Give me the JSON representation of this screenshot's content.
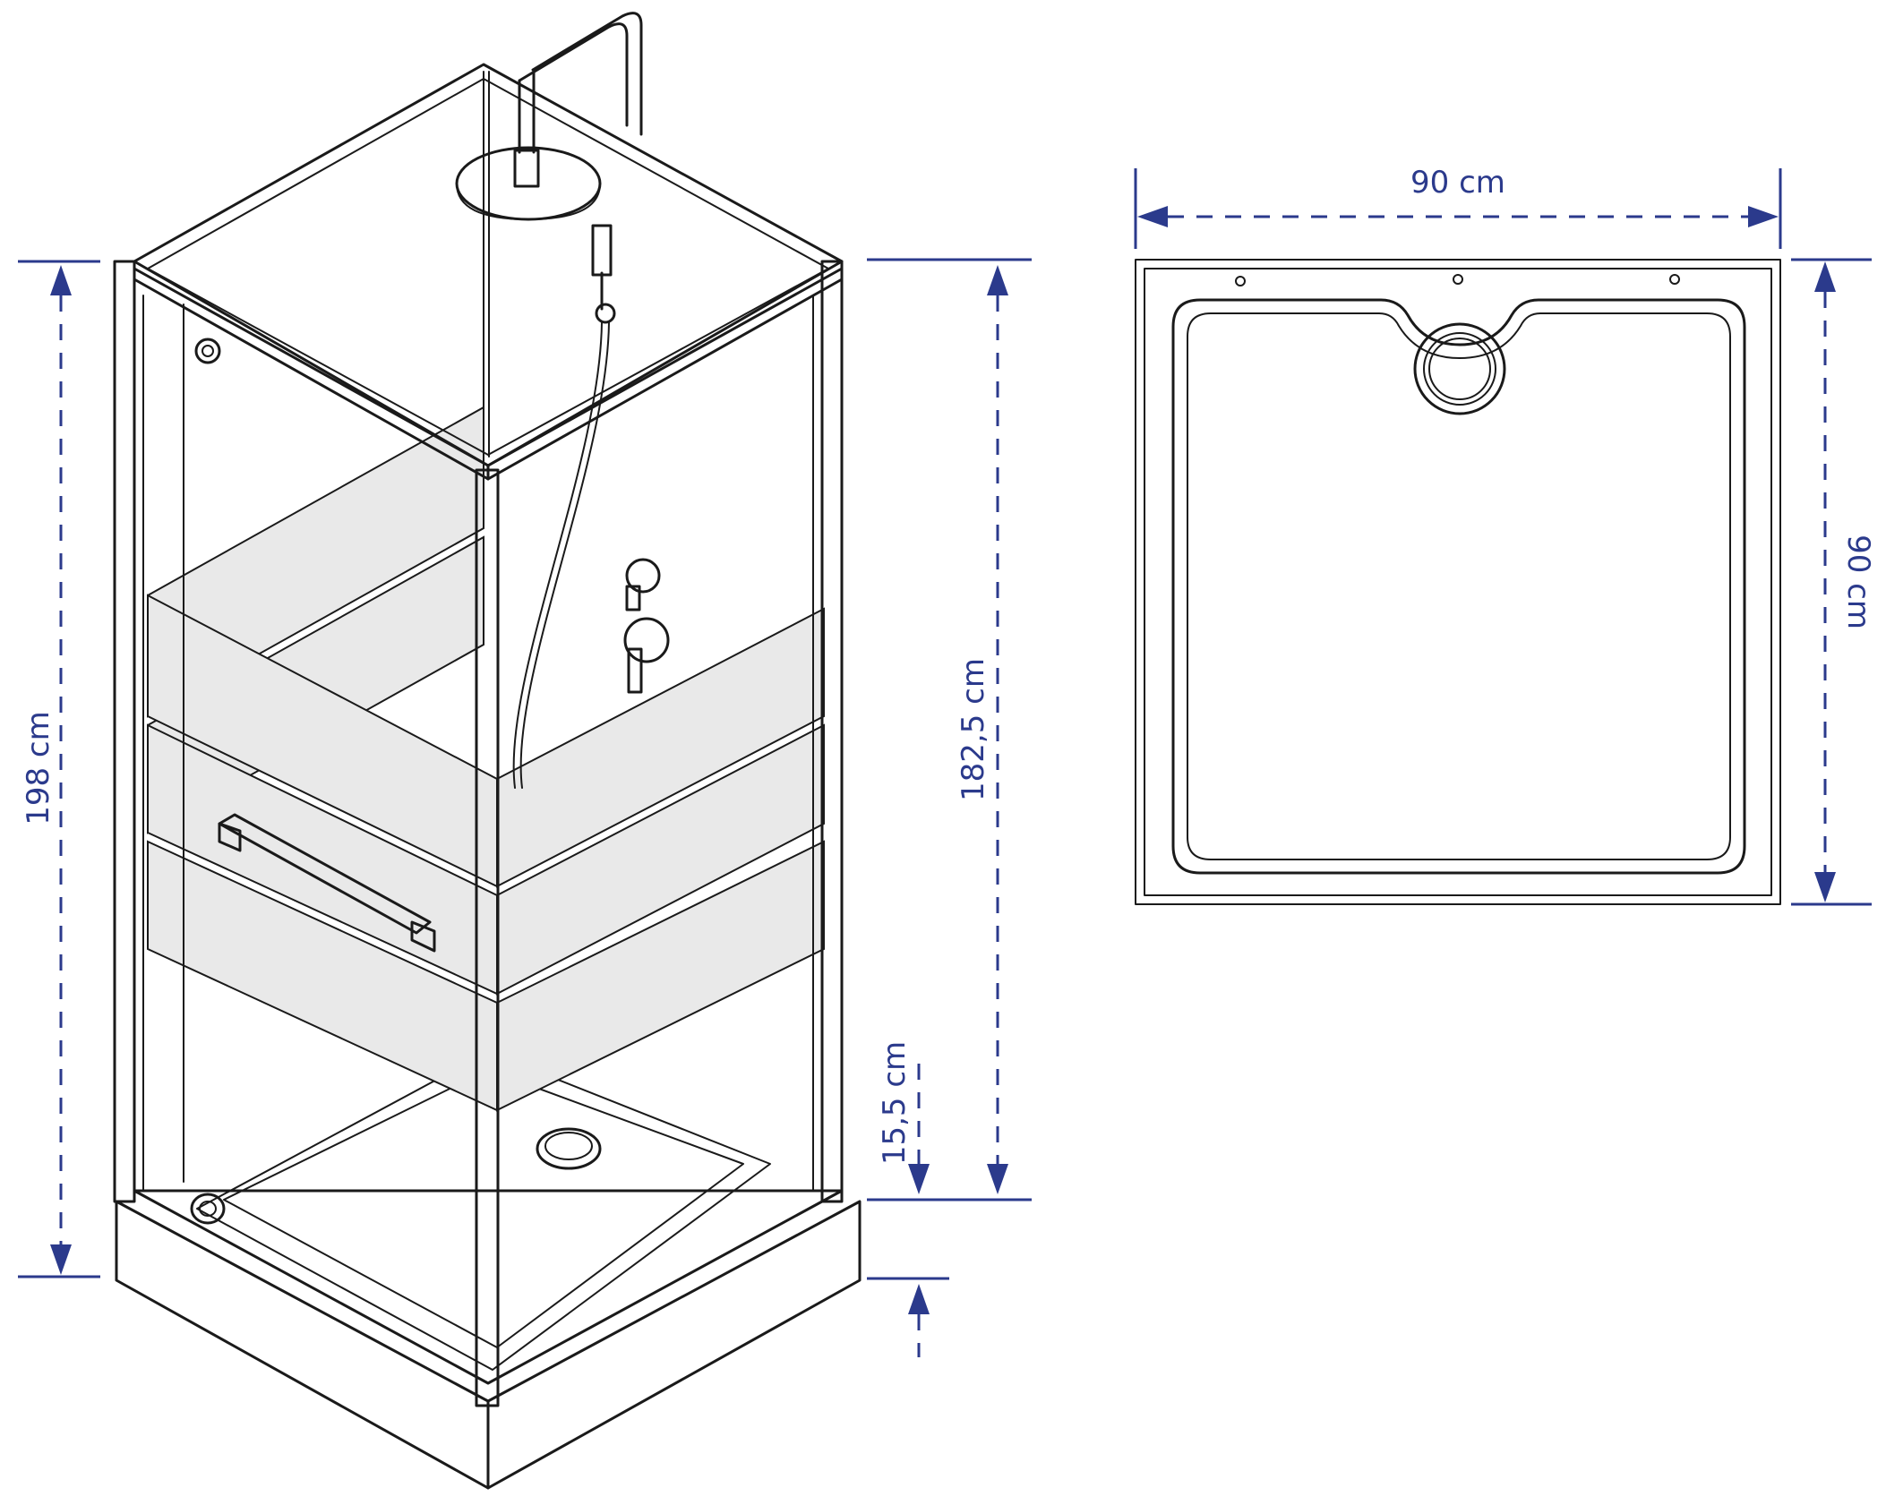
{
  "dimensions": {
    "total_height": "198 cm",
    "cabin_height": "182,5 cm",
    "tray_height": "15,5 cm",
    "width": "90 cm",
    "depth": "90 cm"
  },
  "colors": {
    "dimension": "#2b3a8c",
    "line": "#1a1a1a",
    "frosted_band": "#e9e9e9"
  }
}
